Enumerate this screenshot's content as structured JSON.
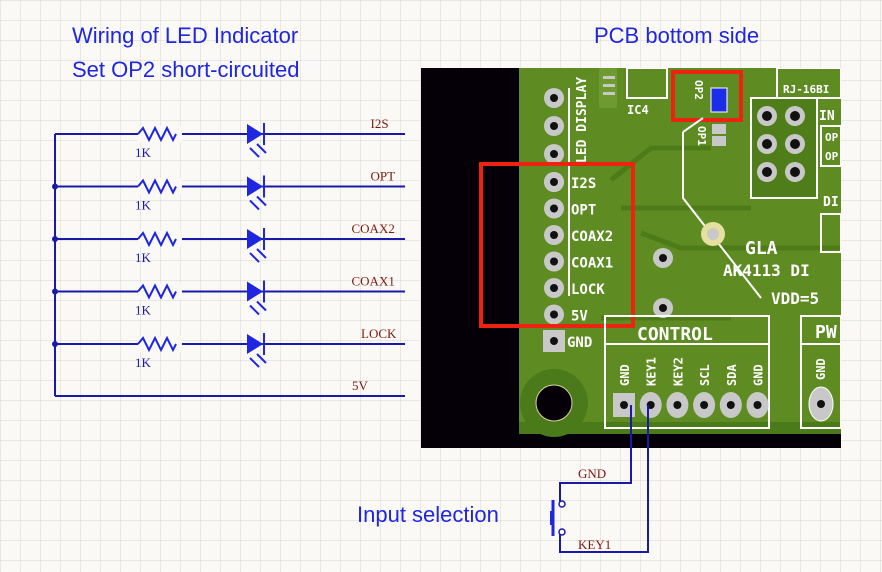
{
  "titles": {
    "schematic_line1": "Wiring of LED Indicator",
    "schematic_line2": "Set OP2 short-circuited",
    "pcb": "PCB bottom side",
    "input_selection": "Input selection"
  },
  "schematic": {
    "rows": [
      {
        "signal": "I2S",
        "resistor": "1K"
      },
      {
        "signal": "OPT",
        "resistor": "1K"
      },
      {
        "signal": "COAX2",
        "resistor": "1K"
      },
      {
        "signal": "COAX1",
        "resistor": "1K"
      },
      {
        "signal": "LOCK",
        "resistor": "1K"
      }
    ],
    "supply": "5V"
  },
  "switch": {
    "top_net": "GND",
    "bottom_net": "KEY1"
  },
  "pcb": {
    "led_header_label": "LED DISPLAY",
    "led_pins": [
      "I2S",
      "OPT",
      "COAX2",
      "COAX1",
      "LOCK",
      "5V"
    ],
    "gnd_pin": "GND",
    "ic_label": "IC4",
    "jumpers": [
      "OP2",
      "OP1"
    ],
    "connector_labels": [
      "RJ-16BI",
      "IN",
      "OP",
      "OP",
      "DI"
    ],
    "board_text": [
      "GLA",
      "AK4113 DI",
      "VDD=5"
    ],
    "control_title": "CONTROL",
    "control_pins": [
      "GND",
      "KEY1",
      "KEY2",
      "SCL",
      "SDA",
      "GND"
    ],
    "power_title": "PW",
    "power_pins": [
      "GND"
    ]
  },
  "colors": {
    "wire": "#1a1aa8",
    "led": "#1e26e0",
    "net_label": "#7a1a10",
    "highlight": "#ee2211",
    "pcb_green": "#5a8a1e",
    "op2_jumper": "#1b2de8"
  }
}
